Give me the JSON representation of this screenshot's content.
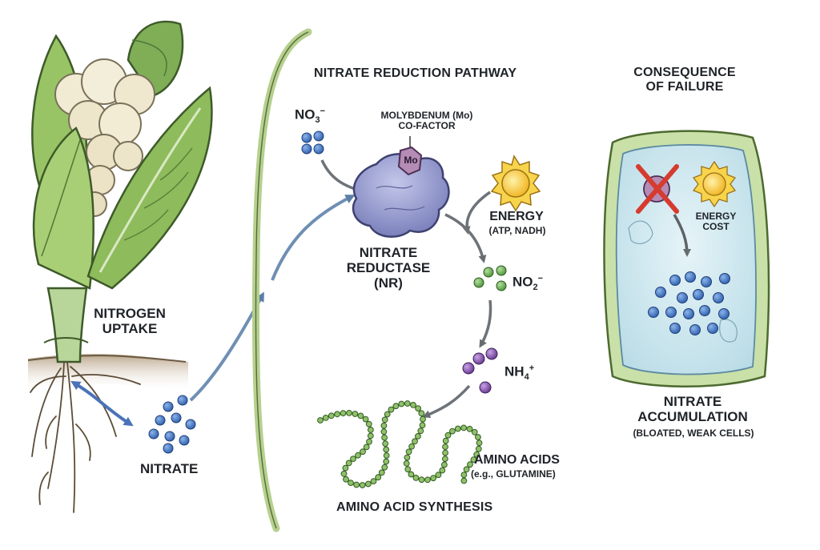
{
  "headings": {
    "pathway": "NITRATE REDUCTION PATHWAY",
    "failure": [
      "CONSEQUENCE",
      "OF FAILURE"
    ],
    "synthesis": "AMINO ACID SYNTHESIS"
  },
  "plant": {
    "uptake": [
      "NITROGEN",
      "UPTAKE"
    ],
    "nitrate": "NITRATE"
  },
  "pathway": {
    "no3": {
      "base": "NO",
      "sub": "3",
      "sup": "−"
    },
    "cofactor": [
      "MOLYBDENUM (Mo)",
      "CO-FACTOR"
    ],
    "mo_symbol": "Mo",
    "enzyme": [
      "NITRATE",
      "REDUCTASE",
      "(NR)"
    ],
    "energy": "ENERGY",
    "energy_detail": "(ATP, NADH)",
    "no2": {
      "base": "NO",
      "sub": "2",
      "sup": "−"
    },
    "nh4": {
      "base": "NH",
      "sub": "4",
      "sup": "+"
    },
    "amino": "AMINO ACIDS",
    "amino_example": "(e.g., GLUTAMINE)"
  },
  "failure": {
    "energy_cost": [
      "ENERGY",
      "COST"
    ],
    "accumulation": [
      "NITRATE",
      "ACCUMULATION"
    ],
    "accumulation_detail": "(BLOATED, WEAK CELLS)"
  },
  "colors": {
    "nitrate": "#3a6fc2",
    "nitrite": "#5ea64a",
    "ammonium": "#7a4aa8",
    "enzyme": "#8e93c6",
    "molybdenum": "#a37aa6",
    "sun": "#f4c430",
    "leaf": "#8fbe5e",
    "curd": "#f1ebd4",
    "cell_fill": "#d3eaf2",
    "cell_wall": "#9cc77a",
    "arrow": "#6d7378",
    "cross": "#d63b2f"
  }
}
